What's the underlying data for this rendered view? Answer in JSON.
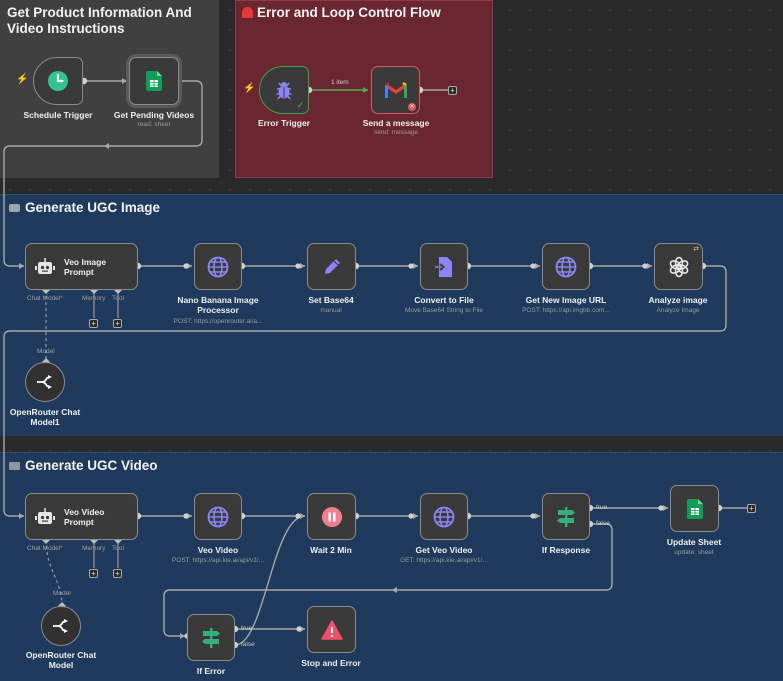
{
  "groups": {
    "product": {
      "title": "Get Product Information And Video Instructions"
    },
    "error": {
      "title": "Error and Loop Control Flow",
      "icon": "siren-emoji-icon"
    },
    "image": {
      "title": "Generate UGC Image",
      "icon": "camera-emoji-icon"
    },
    "video": {
      "title": "Generate UGC Video",
      "icon": "film-emoji-icon"
    }
  },
  "nodes": {
    "schedule": {
      "label": "Schedule Trigger",
      "icon": "clock-icon"
    },
    "pending": {
      "label": "Get Pending Videos",
      "sub": "read: sheet",
      "icon": "google-sheets-icon"
    },
    "error_trigger": {
      "label": "Error Trigger",
      "icon": "bug-icon"
    },
    "send_msg": {
      "label": "Send a message",
      "sub": "send: message",
      "icon": "gmail-icon"
    },
    "veo_image_prompt": {
      "label": "Veo Image Prompt",
      "icon": "robot-icon",
      "ports": {
        "chat_model": "Chat Model",
        "required": "*",
        "memory": "Memory",
        "tool": "Tool"
      }
    },
    "nano_banana": {
      "label": "Nano Banana Image Processor",
      "sub": "POST: https://openrouter.ai/a...",
      "icon": "globe-icon"
    },
    "set_base64": {
      "label": "Set Base64",
      "sub": "manual",
      "icon": "pencil-icon"
    },
    "convert_file": {
      "label": "Convert to File",
      "sub": "Move Base64 String to File",
      "icon": "file-arrow-icon"
    },
    "get_image_url": {
      "label": "Get New Image URL",
      "sub": "POST: https://api.imgbb.com...",
      "icon": "globe-icon"
    },
    "analyze_image": {
      "label": "Analyze image",
      "sub": "Analyze Image",
      "icon": "openai-icon"
    },
    "openrouter1": {
      "label": "OpenRouter Chat Model1",
      "port": "Model",
      "icon": "openrouter-icon"
    },
    "veo_video_prompt": {
      "label": "Veo Video Prompt",
      "icon": "robot-icon",
      "ports": {
        "chat_model": "Chat Model",
        "required": "*",
        "memory": "Memory",
        "tool": "Tool"
      }
    },
    "veo_video": {
      "label": "Veo Video",
      "sub": "POST: https://api.kie.ai/api/v1/...",
      "icon": "globe-icon"
    },
    "wait": {
      "label": "Wait 2 Min",
      "icon": "pause-icon"
    },
    "get_veo": {
      "label": "Get Veo Video",
      "sub": "GET: https://api.kie.ai/api/v1/...",
      "icon": "globe-icon"
    },
    "if_response": {
      "label": "If Response",
      "icon": "signpost-icon",
      "true_label": "true",
      "false_label": "false"
    },
    "update_sheet": {
      "label": "Update Sheet",
      "sub": "update: sheet",
      "icon": "google-sheets-icon"
    },
    "openrouter2": {
      "label": "OpenRouter Chat Model",
      "port": "Model",
      "icon": "openrouter-icon"
    },
    "if_error": {
      "label": "If Error",
      "icon": "signpost-icon",
      "true_label": "true",
      "false_label": "false"
    },
    "stop_error": {
      "label": "Stop and Error",
      "icon": "warning-icon"
    }
  },
  "edges": {
    "error_items": "1 item"
  },
  "colors": {
    "accent": "#ff6d5a",
    "red_group": "#6a2731",
    "blue_group": "#1f3a5c",
    "gray_group": "#404040",
    "sheets_green": "#0f9d58",
    "n8n_purple": "#7c6cf5"
  }
}
